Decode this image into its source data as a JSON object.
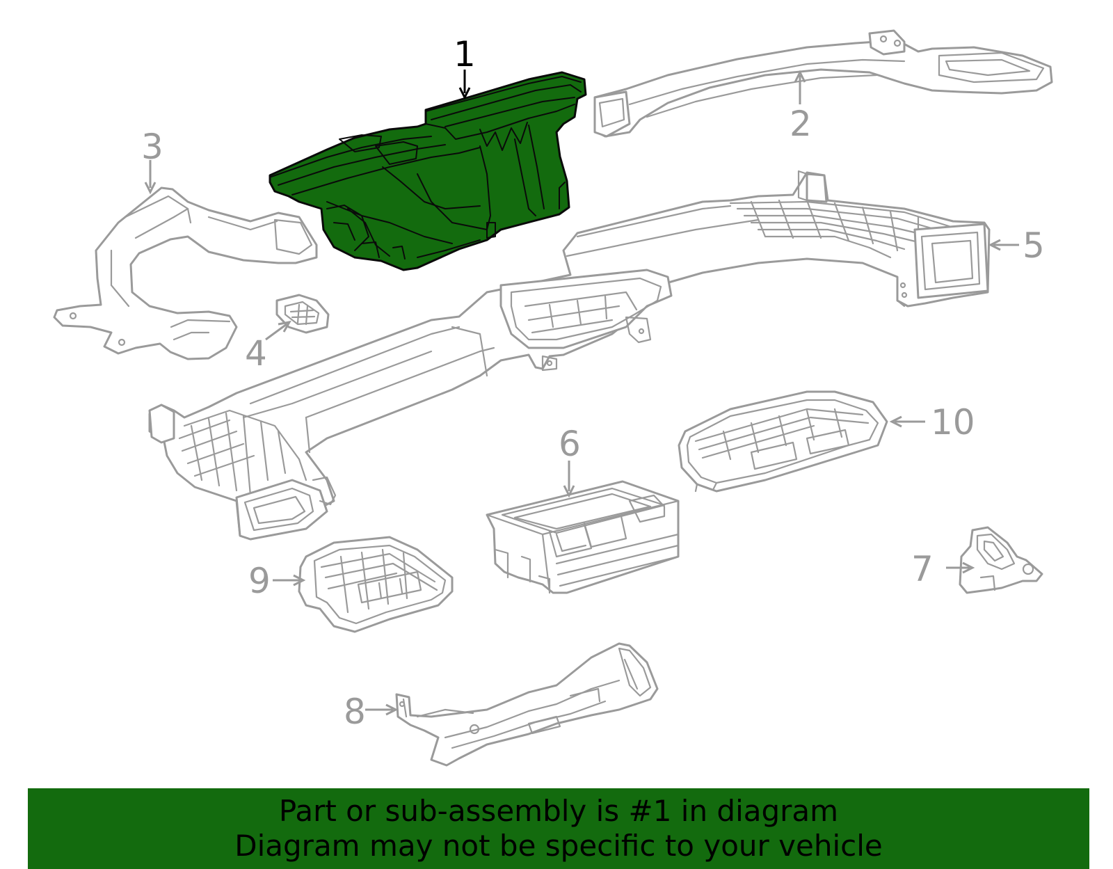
{
  "callouts": {
    "c1": "1",
    "c2": "2",
    "c3": "3",
    "c4": "4",
    "c5": "5",
    "c6": "6",
    "c7": "7",
    "c8": "8",
    "c9": "9",
    "c10": "10"
  },
  "highlighted_part": "1",
  "colors": {
    "highlight": "#136b0e",
    "outline": "#9a9a9a",
    "banner": "#136b0e"
  },
  "banner": {
    "line1": "Part or sub-assembly is #1 in diagram",
    "line2": "Diagram may not be specific to your vehicle"
  }
}
